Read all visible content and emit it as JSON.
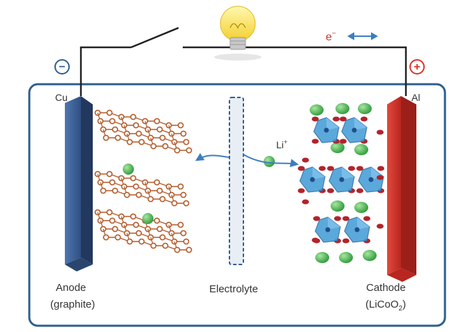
{
  "labels": {
    "minus": "−",
    "plus": "+",
    "electron": "e",
    "electron_sup": "−",
    "cu": "Cu",
    "al": "Al",
    "li": "Li",
    "li_sup": "+",
    "anode": "Anode",
    "anode_sub": "(graphite)",
    "electrolyte": "Electrolyte",
    "cathode": "Cathode",
    "cathode_sub_pre": "(LiCoO",
    "cathode_sub_idx": "2",
    "cathode_sub_post": ")"
  },
  "colors": {
    "cell_border": "#2e5f8f",
    "wire": "#222222",
    "anode": "#3a5f95",
    "cathode": "#d9342b",
    "graphite": "#b25a2a",
    "lithium": "#3cb04a",
    "cobalt_octahedra": "#4a9fd8",
    "oxygen": "#b3232a",
    "electron_text": "#c0392b",
    "arrow": "#3b7fbf"
  },
  "icons": [
    "lightbulb-icon",
    "switch-icon",
    "minus-terminal-icon",
    "plus-terminal-icon"
  ]
}
